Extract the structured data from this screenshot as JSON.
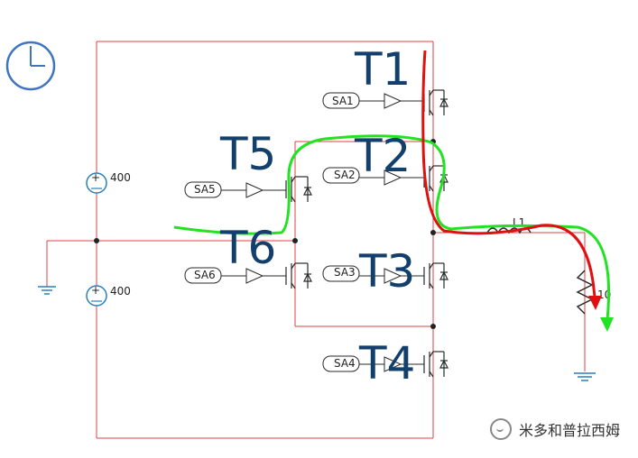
{
  "labels": {
    "T1": "T1",
    "T2": "T2",
    "T3": "T3",
    "T4": "T4",
    "T5": "T5",
    "T6": "T6"
  },
  "sources": {
    "top": "400",
    "bottom": "400"
  },
  "gate_tags": {
    "SA1": "SA1",
    "SA2": "SA2",
    "SA3": "SA3",
    "SA4": "SA4",
    "SA5": "SA5",
    "SA6": "SA6"
  },
  "inductor_label": "L1",
  "resistor_value": "10",
  "watermark_text": "米多和普拉西姆",
  "colors": {
    "wire": "#e04040",
    "current_red": "#e01010",
    "current_green": "#22e322",
    "label_blue": "#123f6b",
    "component": "#2a2a2a"
  }
}
